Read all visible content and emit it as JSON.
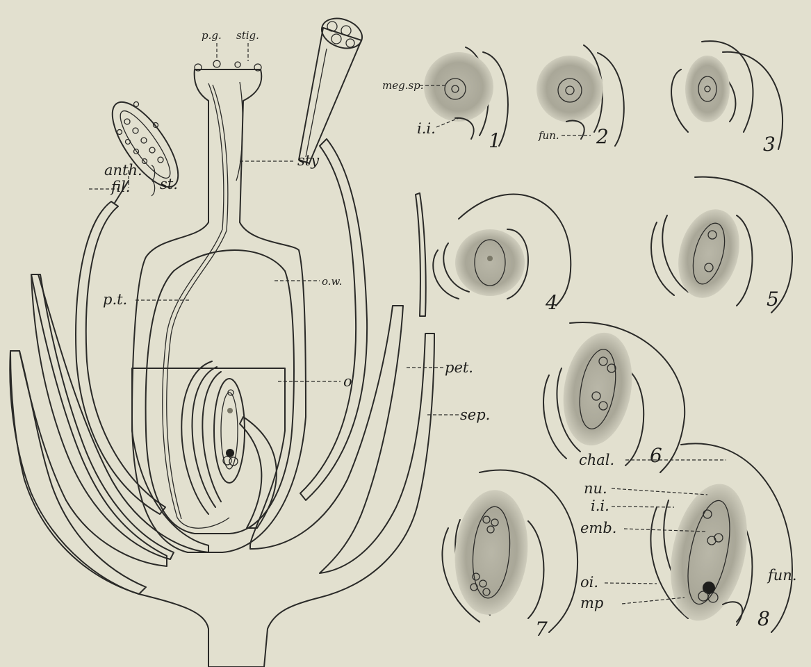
{
  "main_labels": {
    "pg": "p.g.",
    "stig": "stig.",
    "anth": "anth.",
    "fil": "fil.",
    "st": "st.",
    "sty": "sty",
    "ow": "o.w.",
    "pt": "p.t.",
    "pet": "pet.",
    "o": "o",
    "sep": "sep."
  },
  "ovule_labels": {
    "megsp": "meg.sp.",
    "ii_1": "i.i.",
    "fun_2": "fun.",
    "chal": "chal.",
    "nu": "nu.",
    "ii_8": "i.i.",
    "emb": "emb.",
    "oi": "oi.",
    "fun_8": "fun.",
    "mp": "mp"
  },
  "figure_numbers": [
    "1",
    "2",
    "3",
    "4",
    "5",
    "6",
    "7",
    "8"
  ]
}
